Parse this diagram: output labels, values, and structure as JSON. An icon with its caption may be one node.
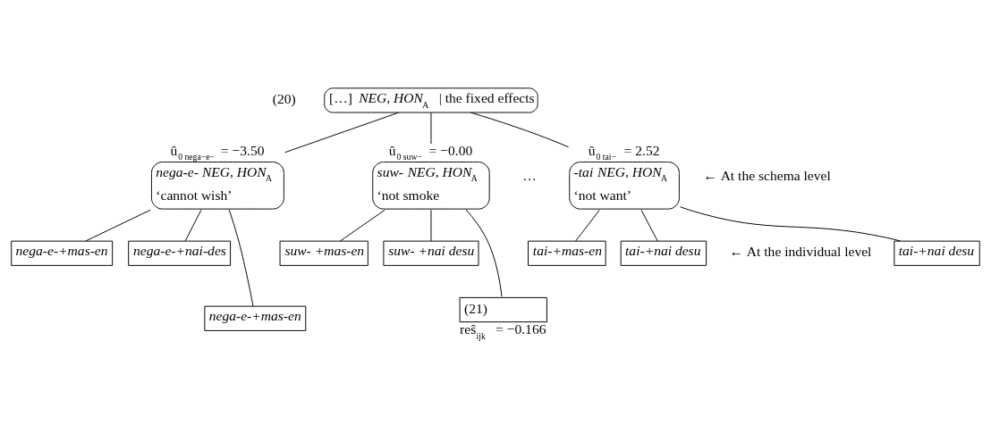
{
  "diagram": {
    "nodes": [
      {
        "text": [
          "[…]  *NEG, HON*$_{A}$ | the fixed effects"
        ]
      },
      {
        "text": [
          "*nega-e-* *NEG, HON*$_{A}$",
          "‘cannot wish’"
        ],
        "beside": [
          "û$_{0 nega−e−}$ = −3.50"
        ]
      },
      {
        "text": [
          "*suw-* *NEG, HON*$_{A}$",
          "‘not smoke"
        ],
        "beside": [
          "û$_{0 suw−}$ = −0.00"
        ]
      },
      {
        "text": [
          "*-tai* *NEG, HON*$_{A}$",
          "‘not want’"
        ],
        "beside": [
          "û$_{0 tai−}$ = 2.52"
        ]
      },
      {
        "text": [
          "nega-e-+mas-en"
        ]
      },
      {
        "text": [
          "nega-e-+nai-des"
        ]
      },
      {
        "text": [
          "nega-e-+mas-en"
        ]
      },
      {
        "text": [
          "suw- +mas-en"
        ]
      },
      {
        "text": [
          "suw- +nai desu"
        ]
      },
      {
        "text": [
          "(21)"
        ],
        "beside": [
          "reŝ$_{ijk}$ = −0.166"
        ]
      },
      {
        "text": [
          "tai-+mas-en"
        ]
      },
      {
        "text": [
          "tai-+nai desu"
        ]
      },
      {
        "text": [
          "tai-+nai desu"
        ]
      }
    ],
    "edges": [
      {
        "from": 0,
        "to": 1,
        "arrow": "none"
      },
      {
        "from": 0,
        "to": 2,
        "arrow": "none"
      },
      {
        "from": 0,
        "to": 3,
        "arrow": "none"
      },
      {
        "from": 1,
        "to": 5,
        "arrow": "none"
      },
      {
        "from": 1,
        "to": 4,
        "arrow": "none"
      },
      {
        "from": 1,
        "to": 6,
        "arrow": "none"
      },
      {
        "from": 2,
        "to": 7,
        "arrow": "none"
      },
      {
        "from": 2,
        "to": 9,
        "arrow": "none"
      },
      {
        "from": 2,
        "to": 8,
        "arrow": "none"
      },
      {
        "from": 3,
        "to": 12,
        "arrow": "none"
      },
      {
        "from": 3,
        "to": 10,
        "arrow": "none"
      },
      {
        "from": 3,
        "to": 11,
        "arrow": "none"
      }
    ],
    "labels": [
      "(20)",
      "…",
      "← At the schema level",
      "← At the individual level"
    ]
  }
}
